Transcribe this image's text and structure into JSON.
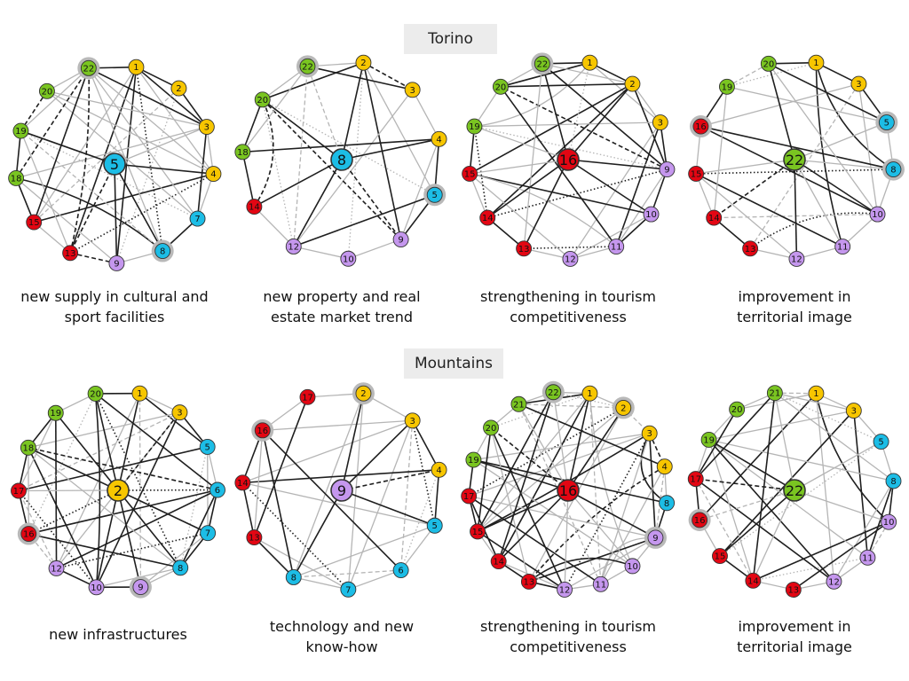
{
  "colors": {
    "yellow": "#f7c600",
    "green": "#7ac521",
    "cyan": "#1cbde6",
    "red": "#e30613",
    "purple": "#c597ee",
    "edge_light": "#b5b5b5",
    "edge_dark": "#1f1f1f",
    "highlight_ring": "#b9b9b9",
    "label_bg": "#ececec"
  },
  "groups": {
    "torino": {
      "label": "Torino"
    },
    "mountains": {
      "label": "Mountains"
    }
  },
  "networks": [
    {
      "group": "torino",
      "caption": [
        "new supply in cultural and",
        "sport facilities"
      ],
      "center": {
        "id": "5",
        "color": "cyan"
      },
      "nodes": [
        {
          "id": "1",
          "color": "yellow"
        },
        {
          "id": "2",
          "color": "yellow"
        },
        {
          "id": "3",
          "color": "yellow"
        },
        {
          "id": "4",
          "color": "yellow"
        },
        {
          "id": "7",
          "color": "cyan"
        },
        {
          "id": "8",
          "color": "cyan",
          "highlight": true
        },
        {
          "id": "9",
          "color": "purple"
        },
        {
          "id": "13",
          "color": "red"
        },
        {
          "id": "15",
          "color": "red"
        },
        {
          "id": "18",
          "color": "green"
        },
        {
          "id": "19",
          "color": "green"
        },
        {
          "id": "20",
          "color": "green"
        },
        {
          "id": "22",
          "color": "green",
          "highlight": true
        }
      ]
    },
    {
      "group": "torino",
      "caption": [
        "new property and real",
        "estate market trend"
      ],
      "center": {
        "id": "8",
        "color": "cyan"
      },
      "nodes": [
        {
          "id": "2",
          "color": "yellow"
        },
        {
          "id": "3",
          "color": "yellow"
        },
        {
          "id": "4",
          "color": "yellow"
        },
        {
          "id": "5",
          "color": "cyan",
          "highlight": true
        },
        {
          "id": "9",
          "color": "purple"
        },
        {
          "id": "10",
          "color": "purple"
        },
        {
          "id": "12",
          "color": "purple"
        },
        {
          "id": "14",
          "color": "red"
        },
        {
          "id": "18",
          "color": "green"
        },
        {
          "id": "20",
          "color": "green"
        },
        {
          "id": "22",
          "color": "green",
          "highlight": true
        }
      ]
    },
    {
      "group": "torino",
      "caption": [
        "strengthening in tourism",
        "competitiveness"
      ],
      "center": {
        "id": "16",
        "color": "red"
      },
      "nodes": [
        {
          "id": "1",
          "color": "yellow"
        },
        {
          "id": "2",
          "color": "yellow"
        },
        {
          "id": "3",
          "color": "yellow"
        },
        {
          "id": "9",
          "color": "purple"
        },
        {
          "id": "10",
          "color": "purple"
        },
        {
          "id": "11",
          "color": "purple"
        },
        {
          "id": "12",
          "color": "purple"
        },
        {
          "id": "13",
          "color": "red"
        },
        {
          "id": "14",
          "color": "red"
        },
        {
          "id": "15",
          "color": "red"
        },
        {
          "id": "19",
          "color": "green"
        },
        {
          "id": "20",
          "color": "green"
        },
        {
          "id": "22",
          "color": "green",
          "highlight": true
        }
      ]
    },
    {
      "group": "torino",
      "caption": [
        "improvement in",
        "territorial image"
      ],
      "center": {
        "id": "22",
        "color": "green"
      },
      "nodes": [
        {
          "id": "1",
          "color": "yellow"
        },
        {
          "id": "3",
          "color": "yellow"
        },
        {
          "id": "5",
          "color": "cyan",
          "highlight": true
        },
        {
          "id": "8",
          "color": "cyan",
          "highlight": true
        },
        {
          "id": "10",
          "color": "purple"
        },
        {
          "id": "11",
          "color": "purple"
        },
        {
          "id": "12",
          "color": "purple"
        },
        {
          "id": "13",
          "color": "red"
        },
        {
          "id": "14",
          "color": "red"
        },
        {
          "id": "15",
          "color": "red"
        },
        {
          "id": "16",
          "color": "red",
          "highlight": true
        },
        {
          "id": "19",
          "color": "green"
        },
        {
          "id": "20",
          "color": "green"
        }
      ]
    },
    {
      "group": "mountains",
      "caption": [
        "new infrastructures"
      ],
      "center": {
        "id": "2",
        "color": "yellow"
      },
      "nodes": [
        {
          "id": "1",
          "color": "yellow"
        },
        {
          "id": "3",
          "color": "yellow"
        },
        {
          "id": "5",
          "color": "cyan"
        },
        {
          "id": "6",
          "color": "cyan"
        },
        {
          "id": "7",
          "color": "cyan"
        },
        {
          "id": "8",
          "color": "cyan"
        },
        {
          "id": "9",
          "color": "purple",
          "highlight": true
        },
        {
          "id": "10",
          "color": "purple"
        },
        {
          "id": "12",
          "color": "purple"
        },
        {
          "id": "16",
          "color": "red",
          "highlight": true
        },
        {
          "id": "17",
          "color": "red"
        },
        {
          "id": "18",
          "color": "green"
        },
        {
          "id": "19",
          "color": "green"
        },
        {
          "id": "20",
          "color": "green"
        }
      ]
    },
    {
      "group": "mountains",
      "caption": [
        "technology and new",
        "know-how"
      ],
      "center": {
        "id": "9",
        "color": "purple"
      },
      "nodes": [
        {
          "id": "2",
          "color": "yellow",
          "highlight": true
        },
        {
          "id": "3",
          "color": "yellow"
        },
        {
          "id": "4",
          "color": "yellow"
        },
        {
          "id": "5",
          "color": "cyan"
        },
        {
          "id": "6",
          "color": "cyan"
        },
        {
          "id": "7",
          "color": "cyan"
        },
        {
          "id": "8",
          "color": "cyan"
        },
        {
          "id": "13",
          "color": "red"
        },
        {
          "id": "14",
          "color": "red"
        },
        {
          "id": "16",
          "color": "red",
          "highlight": true
        },
        {
          "id": "17",
          "color": "red"
        }
      ]
    },
    {
      "group": "mountains",
      "caption": [
        "strengthening in tourism",
        "competitiveness"
      ],
      "center": {
        "id": "16",
        "color": "red"
      },
      "nodes": [
        {
          "id": "1",
          "color": "yellow"
        },
        {
          "id": "2",
          "color": "yellow",
          "highlight": true
        },
        {
          "id": "3",
          "color": "yellow"
        },
        {
          "id": "4",
          "color": "yellow"
        },
        {
          "id": "8",
          "color": "cyan"
        },
        {
          "id": "9",
          "color": "purple",
          "highlight": true
        },
        {
          "id": "10",
          "color": "purple"
        },
        {
          "id": "11",
          "color": "purple"
        },
        {
          "id": "12",
          "color": "purple"
        },
        {
          "id": "13",
          "color": "red"
        },
        {
          "id": "14",
          "color": "red"
        },
        {
          "id": "15",
          "color": "red"
        },
        {
          "id": "17",
          "color": "red"
        },
        {
          "id": "19",
          "color": "green"
        },
        {
          "id": "20",
          "color": "green"
        },
        {
          "id": "21",
          "color": "green"
        },
        {
          "id": "22",
          "color": "green",
          "highlight": true
        }
      ]
    },
    {
      "group": "mountains",
      "caption": [
        "improvement in",
        "territorial image"
      ],
      "center": {
        "id": "22",
        "color": "green"
      },
      "nodes": [
        {
          "id": "1",
          "color": "yellow"
        },
        {
          "id": "3",
          "color": "yellow"
        },
        {
          "id": "5",
          "color": "cyan"
        },
        {
          "id": "8",
          "color": "cyan"
        },
        {
          "id": "10",
          "color": "purple"
        },
        {
          "id": "11",
          "color": "purple"
        },
        {
          "id": "12",
          "color": "purple"
        },
        {
          "id": "13",
          "color": "red"
        },
        {
          "id": "14",
          "color": "red"
        },
        {
          "id": "15",
          "color": "red"
        },
        {
          "id": "16",
          "color": "red",
          "highlight": true
        },
        {
          "id": "17",
          "color": "red"
        },
        {
          "id": "19",
          "color": "green"
        },
        {
          "id": "20",
          "color": "green"
        },
        {
          "id": "21",
          "color": "green"
        }
      ]
    }
  ]
}
